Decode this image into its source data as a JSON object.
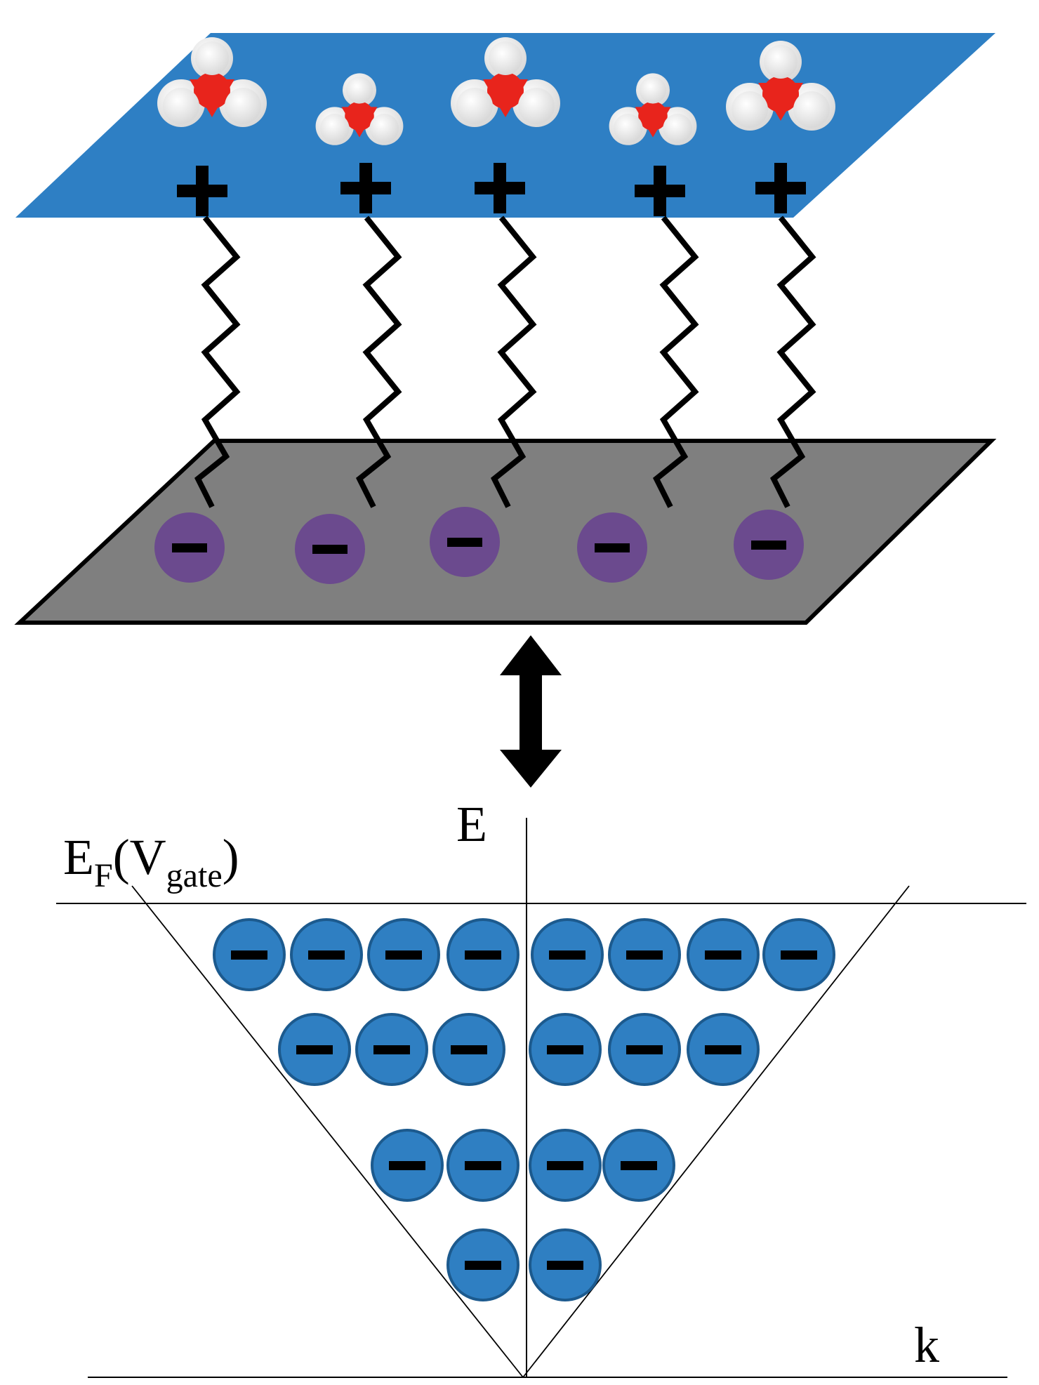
{
  "labels": {
    "fermi_main": "E",
    "fermi_sub1": "F",
    "fermi_paren_open": "(V",
    "fermi_sub2": "gate",
    "fermi_paren_close": ")",
    "energy_axis": "E",
    "momentum_axis": "k"
  },
  "symbols": {
    "positive": "+",
    "negative": "−"
  },
  "counts": {
    "adsorbed_molecules": 5,
    "linker_chains": 5,
    "surface_negative_charges": 5,
    "band_electrons_per_row": [
      8,
      6,
      4,
      2
    ]
  },
  "colors": {
    "top_plane": "#2e7fc4",
    "bottom_plane": "#7f7f7f",
    "oxygen": "#e8241c",
    "hydrogen": "#ffffff",
    "surface_charge": "#6b4a8e",
    "band_electron": "#2f7fc2",
    "band_electron_outline": "#1c5a8e"
  },
  "icons": {
    "molecule": "water-cluster-icon",
    "double_arrow": "double-arrow-icon"
  }
}
